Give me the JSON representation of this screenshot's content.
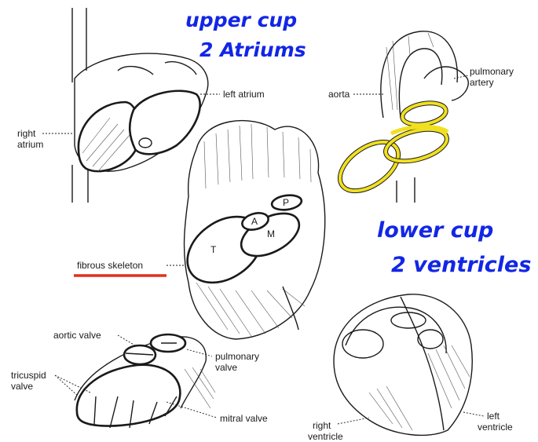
{
  "annotations": {
    "upper_line1": "upper cup",
    "upper_line2": "2 Atriums",
    "lower_line1": "lower cup",
    "lower_line2": "2 ventricles"
  },
  "labels": {
    "left_atrium": "left atrium",
    "right_atrium_1": "right",
    "right_atrium_2": "atrium",
    "aorta": "aorta",
    "pulmonary_artery_1": "pulmonary",
    "pulmonary_artery_2": "artery",
    "fibrous_skeleton": "fibrous skeleton",
    "aortic_valve": "aortic valve",
    "pulmonary_valve_1": "pulmonary",
    "pulmonary_valve_2": "valve",
    "tricuspid_valve_1": "tricuspid",
    "tricuspid_valve_2": "valve",
    "mitral_valve": "mitral valve",
    "right_ventricle_1": "right",
    "right_ventricle_2": "ventricle",
    "left_ventricle_1": "left",
    "left_ventricle_2": "ventricle",
    "ring_a": "A",
    "ring_p": "P",
    "ring_m": "M",
    "ring_t": "T"
  },
  "colors": {
    "annotation_ink": "#1226e6",
    "underline": "#e0301e",
    "valve_ring_highlight": "#f0e020"
  }
}
